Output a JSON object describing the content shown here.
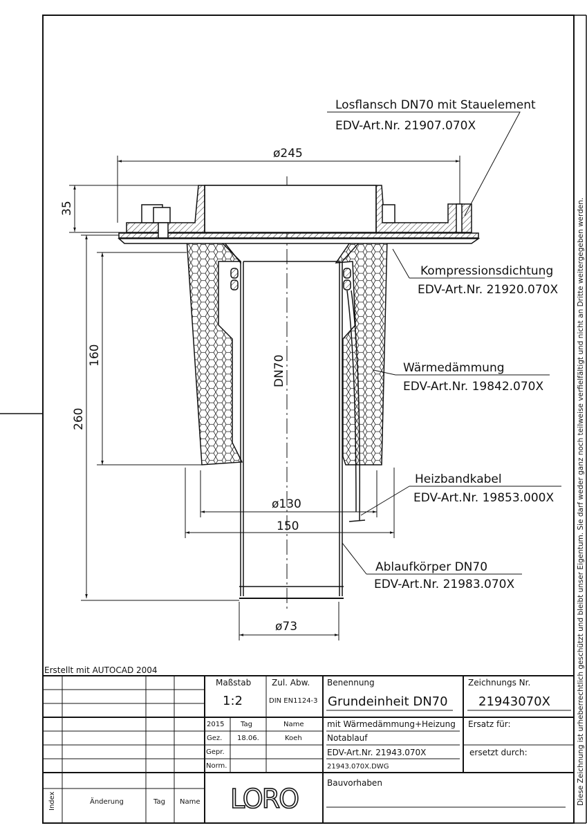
{
  "drawing": {
    "dimensions": {
      "d245": "ø245",
      "h35": "35",
      "h160": "160",
      "h260": "260",
      "d130": "ø130",
      "w150": "150",
      "d73": "ø73",
      "dn": "DN70"
    },
    "callouts": [
      {
        "name": "Losflansch DN70 mit Stauelement",
        "art": "EDV-Art.Nr. 21907.070X"
      },
      {
        "name": "Kompressionsdichtung",
        "art": "EDV-Art.Nr. 21920.070X"
      },
      {
        "name": "Wärmedämmung",
        "art": "EDV-Art.Nr. 19842.070X"
      },
      {
        "name": "Heizbandkabel",
        "art": "EDV-Art.Nr. 19853.000X"
      },
      {
        "name": "Ablaufkörper DN70",
        "art": "EDV-Art.Nr. 21983.070X"
      }
    ]
  },
  "title_block": {
    "created_with": "Erstellt mit AUTOCAD 2004",
    "scale_label": "Maßstab",
    "scale_value": "1:2",
    "tolerance_label": "Zul. Abw.",
    "tolerance_value": "DIN EN1124-3",
    "designation_label": "Benennung",
    "designation_value": "Grundeinheit DN70",
    "drawing_no_label": "Zeichnungs Nr.",
    "drawing_no_value": "21943070X",
    "year": "2015",
    "day_label": "Tag",
    "name_label": "Name",
    "drawn_label": "Gez.",
    "drawn_day": "18.06.",
    "drawn_name": "Koeh",
    "checked_label": "Gepr.",
    "norm_label": "Norm.",
    "desc_line1": "mit Wärmedämmung+Heizung",
    "desc_line2": "Notablauf",
    "desc_line3": "EDV-Art.Nr. 21943.070X",
    "file_name": "21943.070X.DWG",
    "replaces_label": "Ersatz für:",
    "replaced_by_label": "ersetzt durch:",
    "project_label": "Bauvorhaben",
    "logo": "LORO",
    "rev_index": "Index",
    "rev_change": "Änderung",
    "rev_day": "Tag",
    "rev_name": "Name"
  },
  "copyright_notice": "Diese Zeichnung ist urheberrechtlich geschützt und bleibt unser Eigentum. Sie darf weder ganz noch teilweise verfielfältigt und nicht an Dritte weitergegeben werden."
}
